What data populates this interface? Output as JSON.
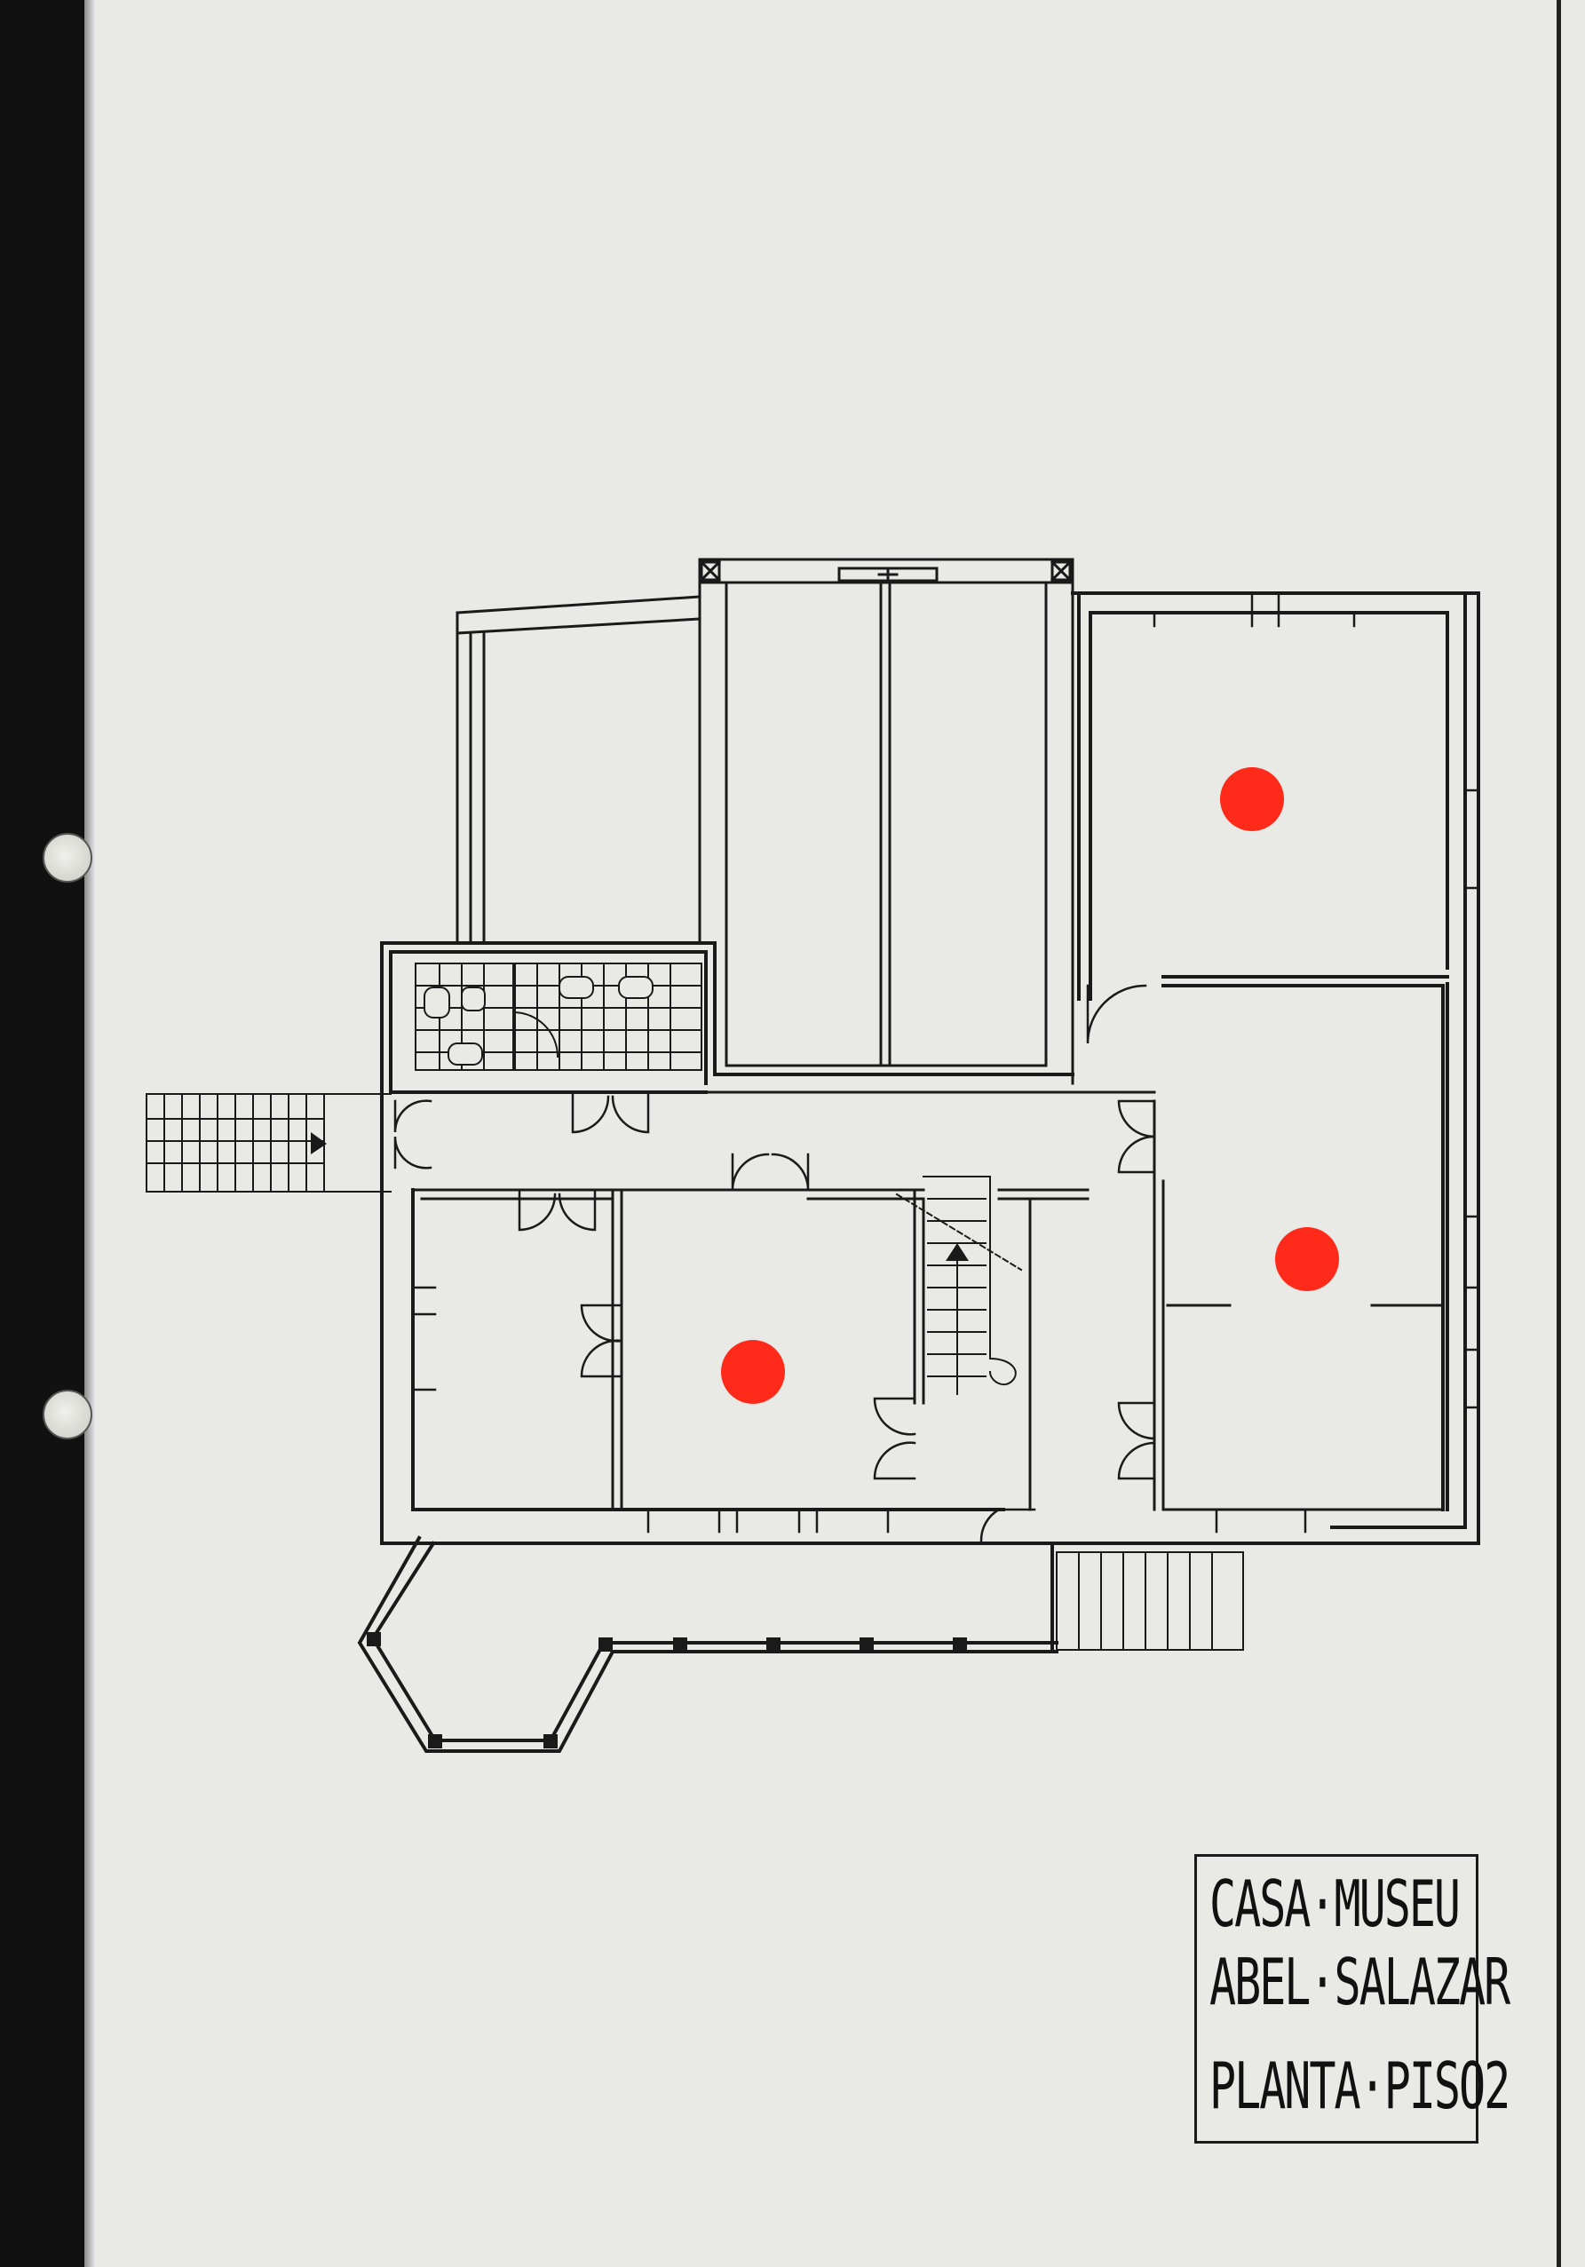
{
  "title_block": {
    "line1": "CASA·MUSEU",
    "line2": "ABEL·SALAZAR",
    "line3": "PLANTA·PISO2"
  },
  "colors": {
    "paper": "#e9e9e6",
    "binding": "#111111",
    "ink": "#1a1a1a",
    "marker": "#ff2a1a"
  },
  "markers": {
    "count": 3,
    "meaning_color": "#ff2a1a"
  }
}
